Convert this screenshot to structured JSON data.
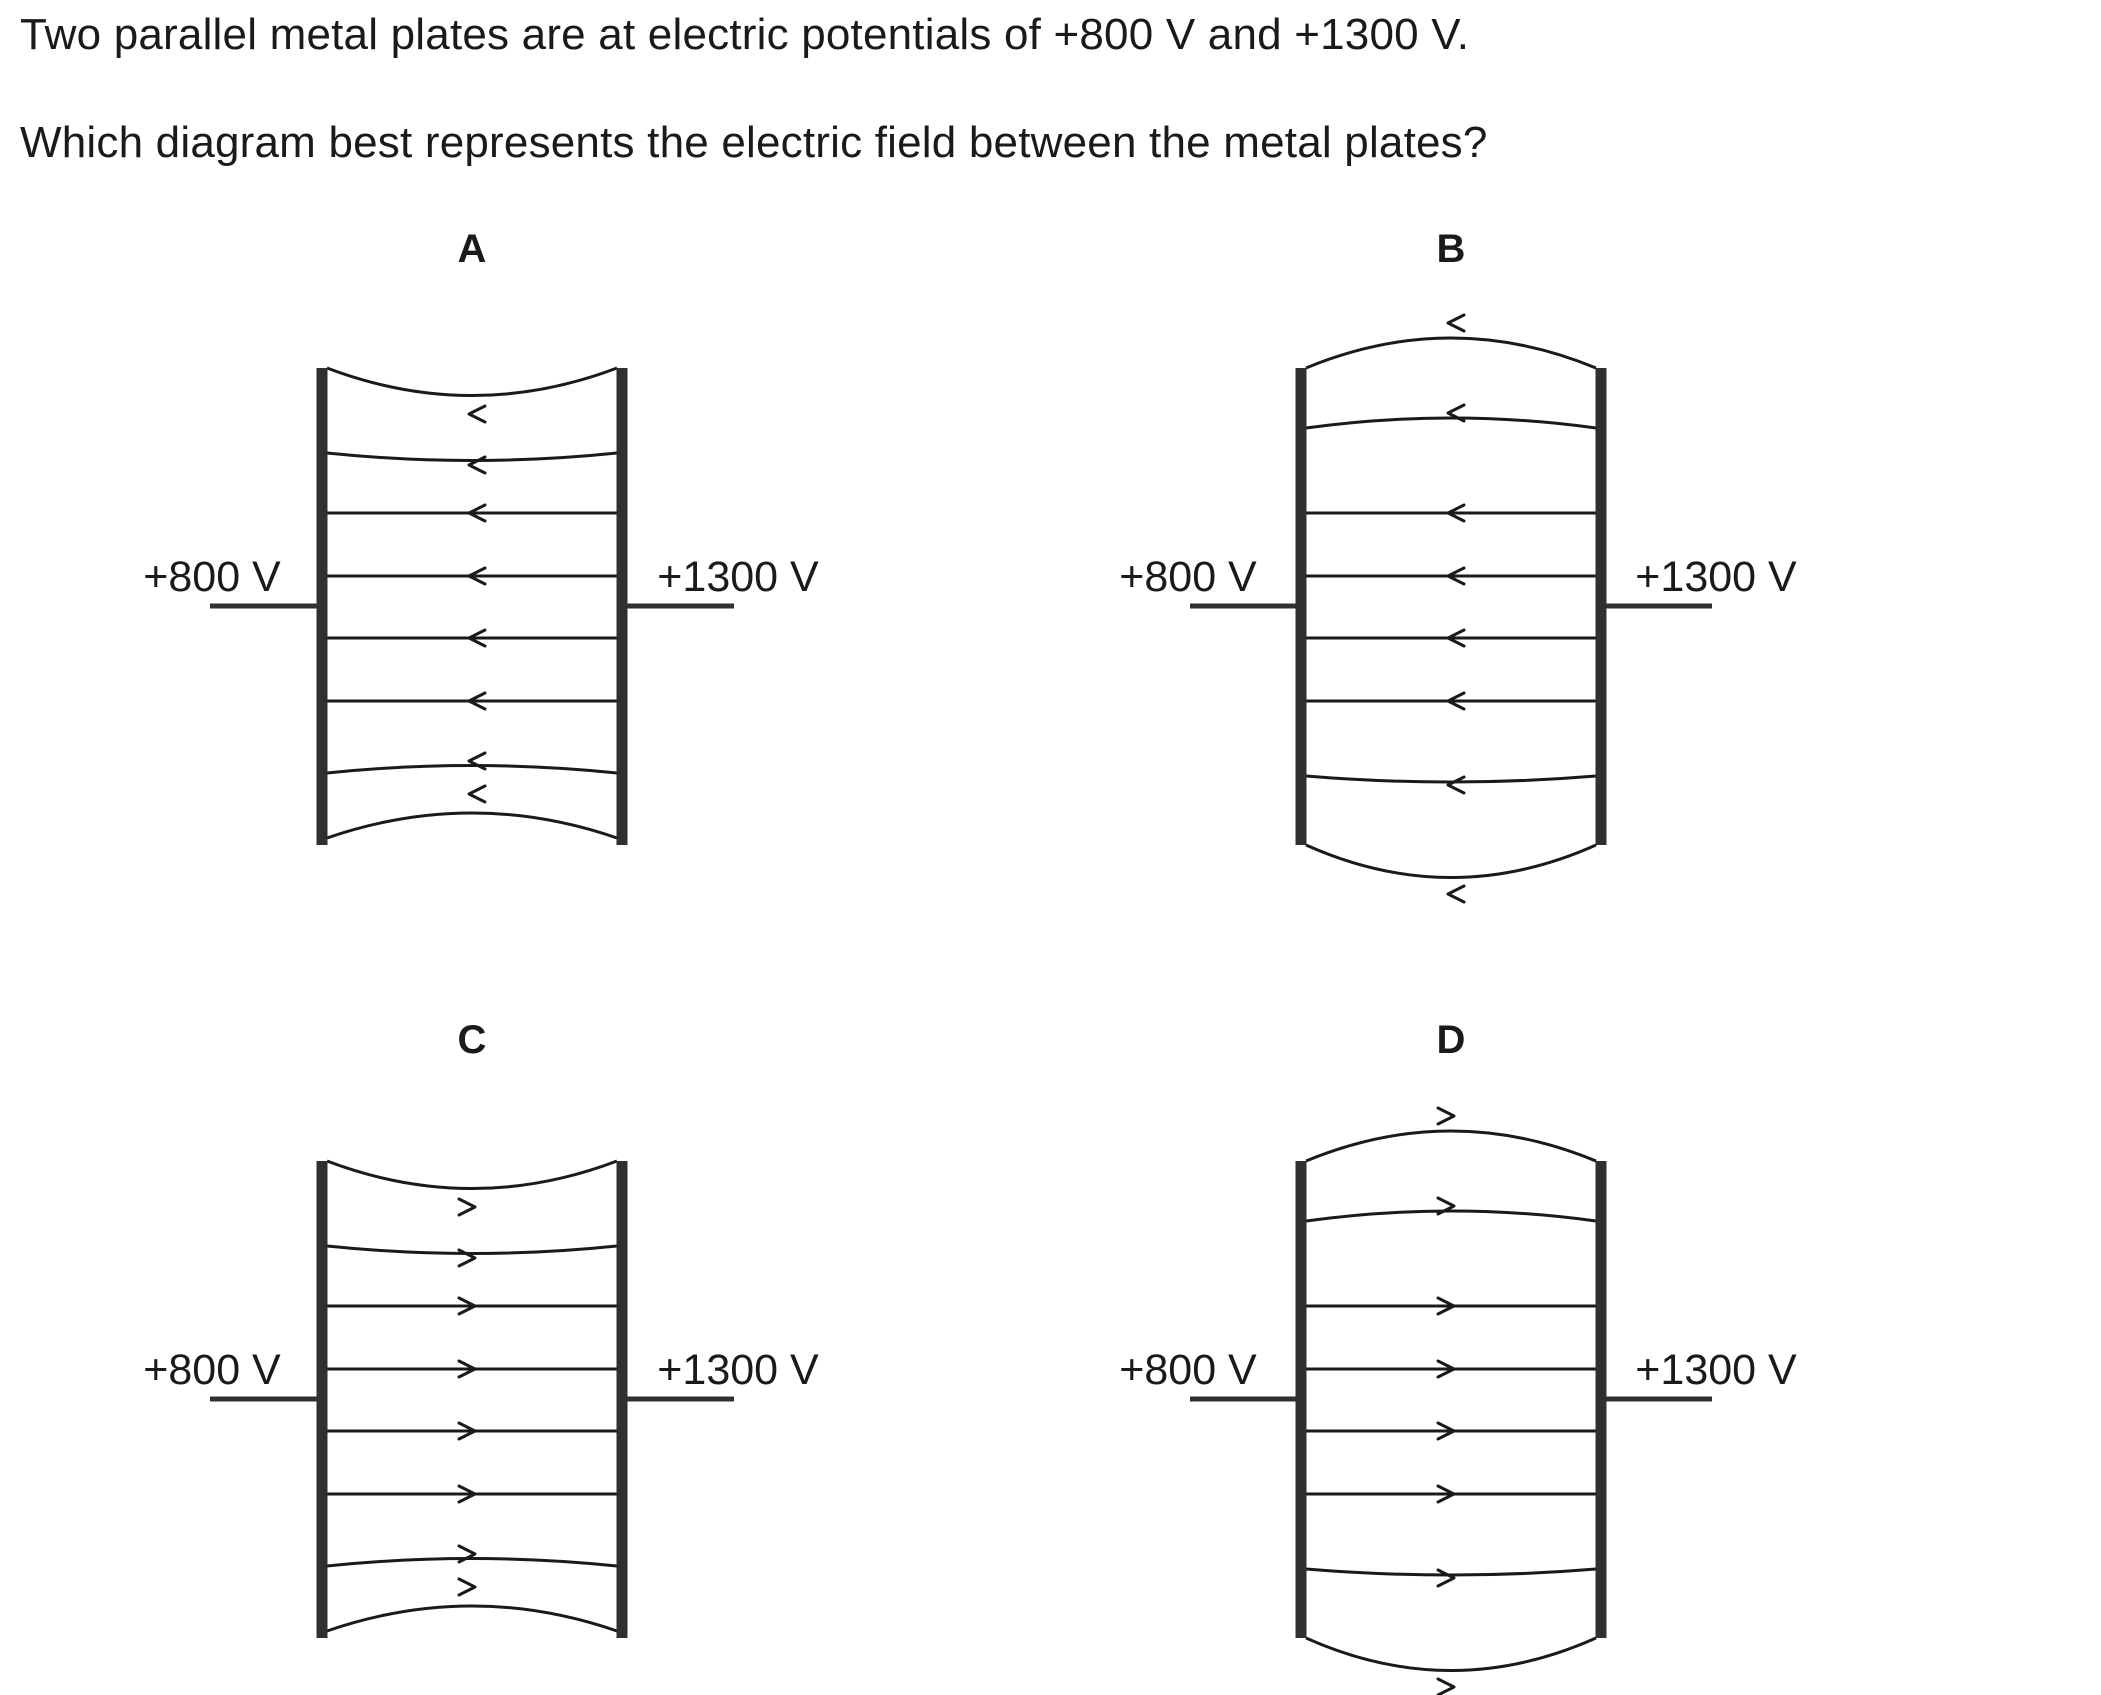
{
  "question": {
    "line1": "Two parallel metal plates are at electric potentials of +800 V and +1300 V.",
    "line2": "Which diagram best represents the electric field between the metal plates?"
  },
  "options": [
    {
      "letter": "A",
      "left_potential": "+800 V",
      "right_potential": "+1300 V",
      "arrow_direction": "left",
      "edge_shape": "pinched"
    },
    {
      "letter": "B",
      "left_potential": "+800 V",
      "right_potential": "+1300 V",
      "arrow_direction": "left",
      "edge_shape": "bulged"
    },
    {
      "letter": "C",
      "left_potential": "+800 V",
      "right_potential": "+1300 V",
      "arrow_direction": "right",
      "edge_shape": "pinched"
    },
    {
      "letter": "D",
      "left_potential": "+800 V",
      "right_potential": "+1300 V",
      "arrow_direction": "right",
      "edge_shape": "bulged"
    }
  ]
}
